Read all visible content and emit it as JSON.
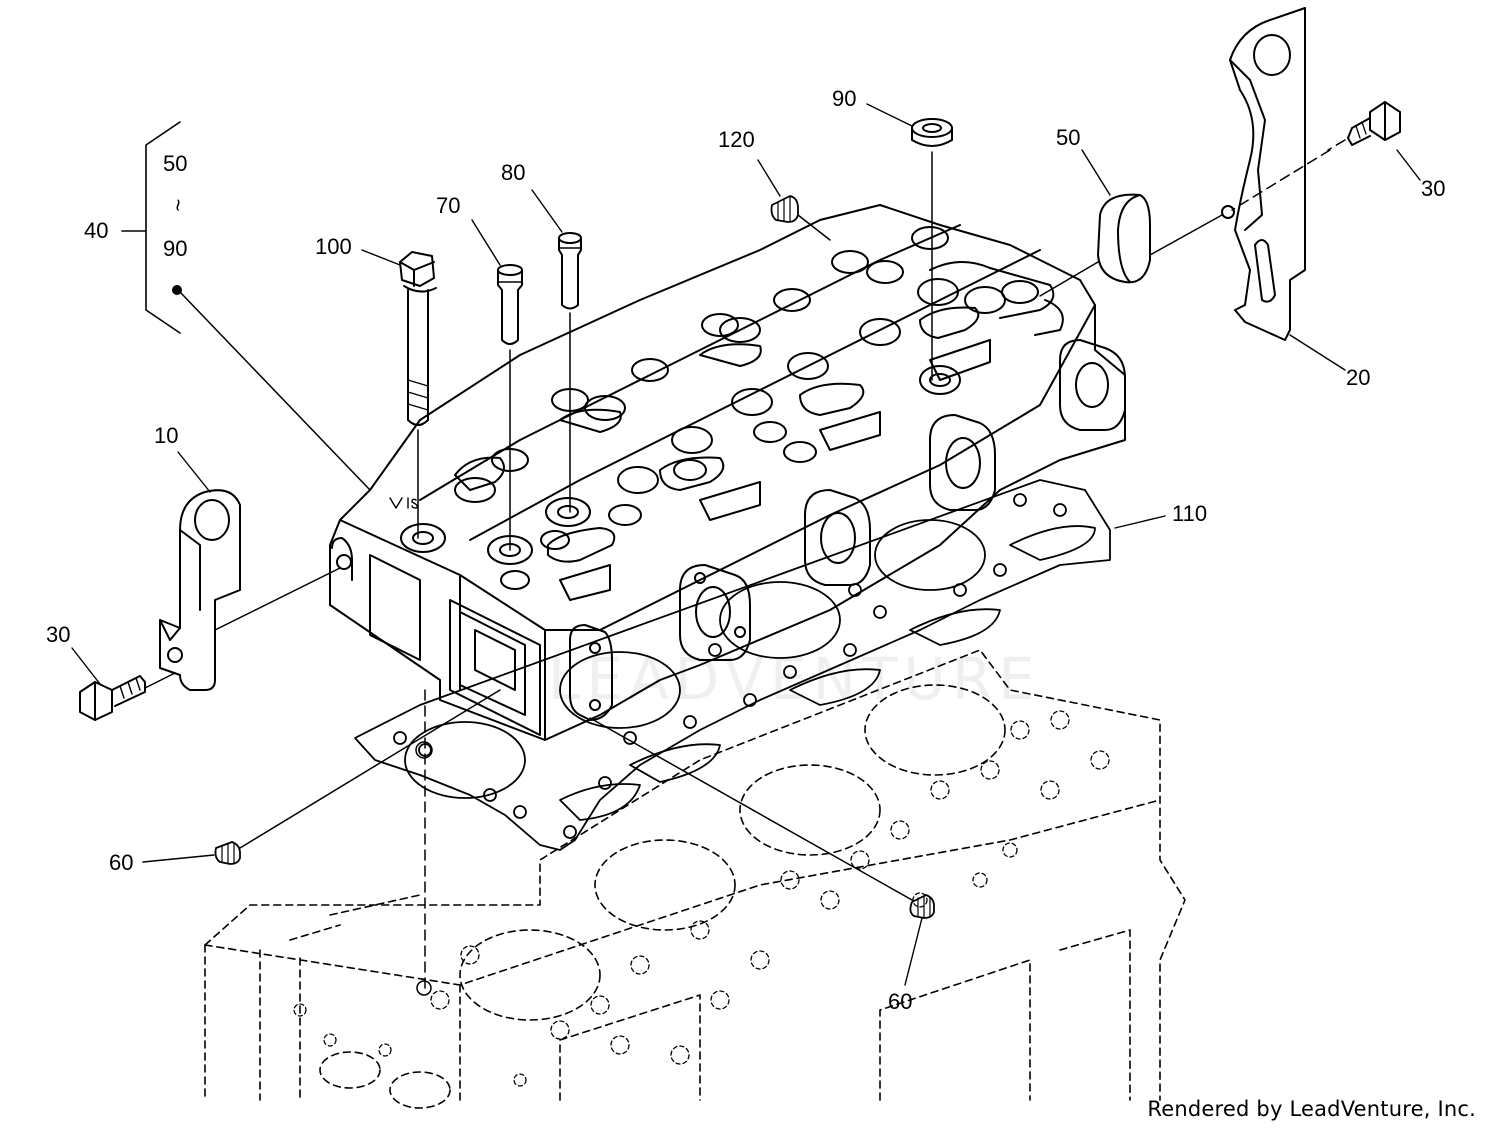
{
  "callouts": {
    "c40": "40",
    "c40_range_start": "50",
    "c40_range_tilde": "~",
    "c40_range_end": "90",
    "c100": "100",
    "c70": "70",
    "c80": "80",
    "c120": "120",
    "c90": "90",
    "c50": "50",
    "c30_right": "30",
    "c20": "20",
    "c10": "10",
    "c30_left": "30",
    "c110": "110",
    "c60_left": "60",
    "c60_bottom": "60"
  },
  "watermark": "LEADVENTURE",
  "credit": "Rendered by LeadVenture, Inc."
}
